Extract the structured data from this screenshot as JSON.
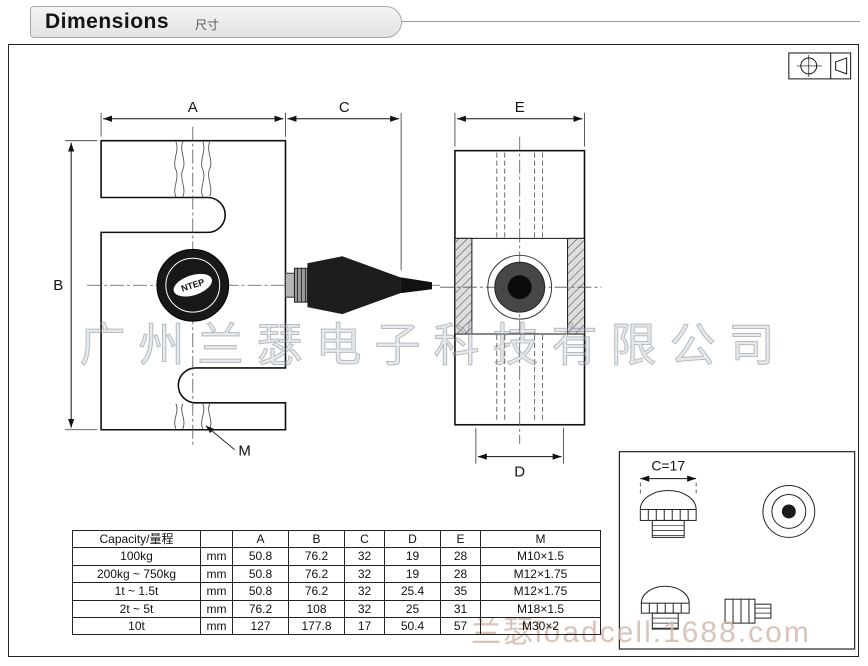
{
  "header": {
    "title": "Dimensions",
    "subtitle": "尺寸"
  },
  "drawing": {
    "labels": {
      "a": "A",
      "b": "B",
      "c": "C",
      "d": "D",
      "e": "E",
      "m": "M"
    },
    "badge_text": "NTEP",
    "inset_dim": "C=17"
  },
  "watermarks": {
    "company": "广州兰瑟电子科技有限公司",
    "site": "兰瑟loadcell.1688.com"
  },
  "table": {
    "headers": [
      "Capacity/量程",
      "",
      "A",
      "B",
      "C",
      "D",
      "E",
      "M"
    ],
    "rows": [
      [
        "100kg",
        "mm",
        "50.8",
        "76.2",
        "32",
        "19",
        "28",
        "M10×1.5"
      ],
      [
        "200kg ~ 750kg",
        "mm",
        "50.8",
        "76.2",
        "32",
        "19",
        "28",
        "M12×1.75"
      ],
      [
        "1t ~ 1.5t",
        "mm",
        "50.8",
        "76.2",
        "32",
        "25.4",
        "35",
        "M12×1.75"
      ],
      [
        "2t ~ 5t",
        "mm",
        "76.2",
        "108",
        "32",
        "25",
        "31",
        "M18×1.5"
      ],
      [
        "10t",
        "mm",
        "127",
        "177.8",
        "17",
        "50.4",
        "57",
        "M30×2"
      ]
    ]
  }
}
